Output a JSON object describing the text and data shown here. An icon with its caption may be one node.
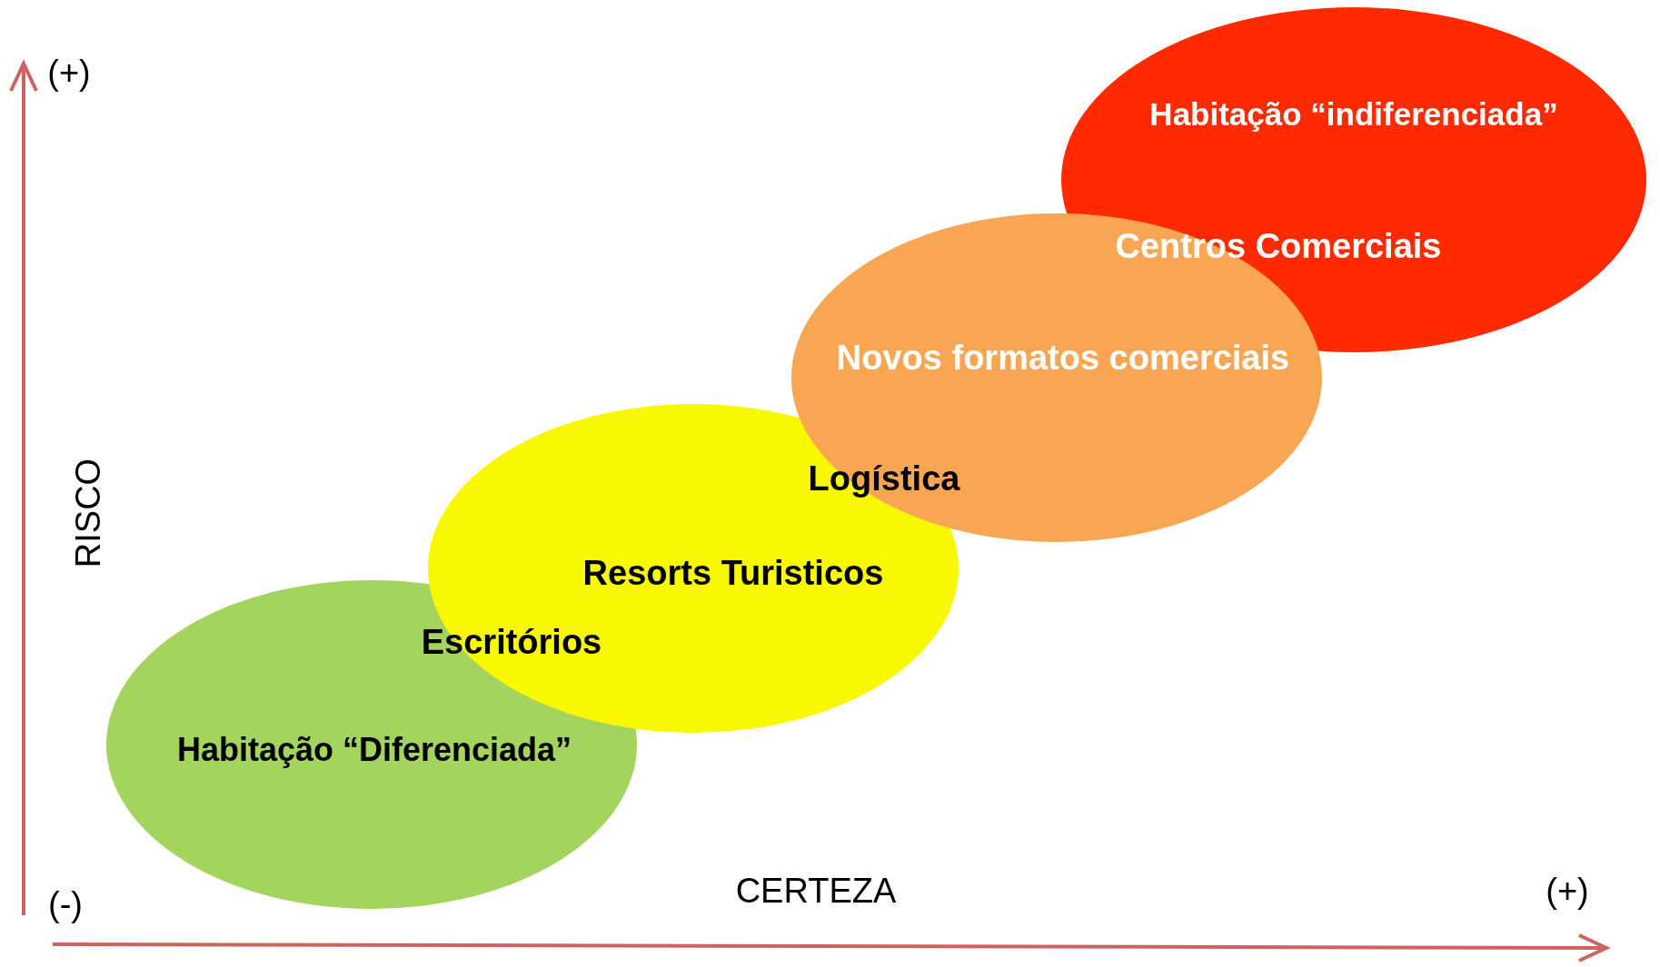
{
  "diagram": {
    "nodes": [
      {
        "text": [
          "Habitação “indiferenciada”",
          "Centros Comerciais"
        ]
      },
      {
        "text": [
          "Novos formatos comerciais"
        ]
      },
      {
        "text": [
          "Logística",
          "Resorts Turisticos"
        ]
      },
      {
        "text": [
          "Escritórios",
          "Habitação “Diferenciada”"
        ]
      }
    ],
    "labels": [
      "(+)",
      "RISCO",
      "(-)",
      "CERTEZA",
      "(+)"
    ]
  }
}
